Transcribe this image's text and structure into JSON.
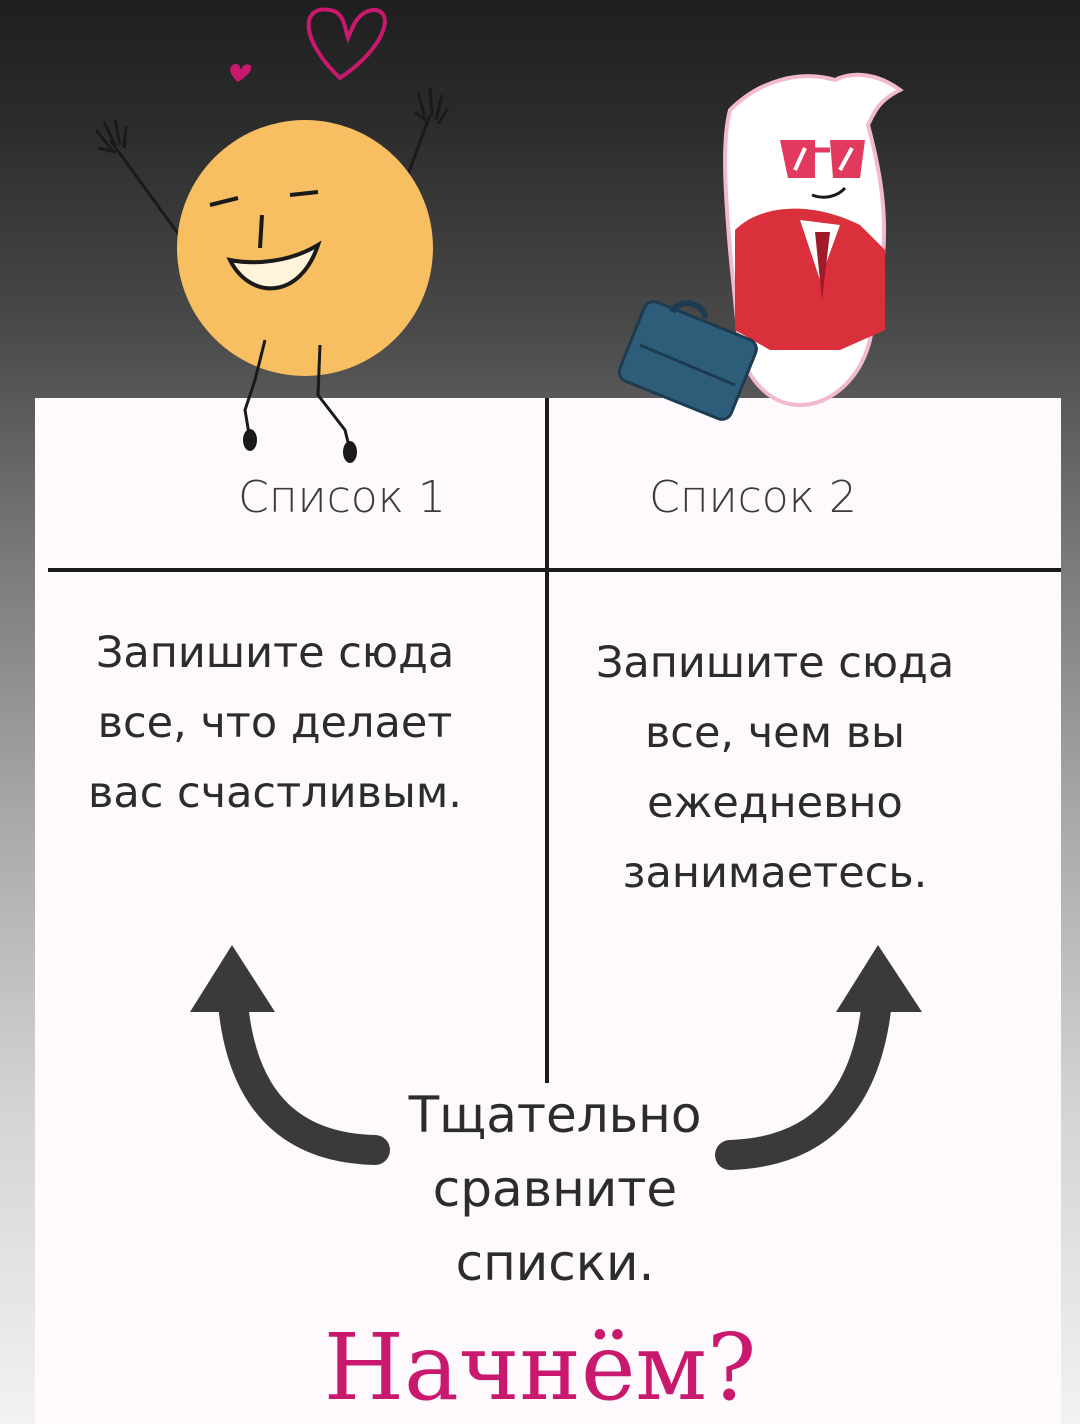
{
  "lists": {
    "left": {
      "title": "Список 1",
      "text": "Запишите сюда\nвсе, что делает\nвас счастливым."
    },
    "right": {
      "title": "Список 2",
      "text": "Запишите сюда\nвсе, чем вы\nежедневно\nзанимаетесь."
    }
  },
  "instruction": "Тщательно\nсравните\nсписки.",
  "call_to_action": "Начнём?",
  "illustrations": {
    "left": "happy-character-icon",
    "right": "businessman-character-icon",
    "hearts": "heart-icon",
    "arrows": "curved-arrow-icon"
  },
  "colors": {
    "accent": "#c8196e",
    "sun_face": "#f7be62",
    "suit": "#d9303c",
    "briefcase": "#2e5d7a"
  }
}
